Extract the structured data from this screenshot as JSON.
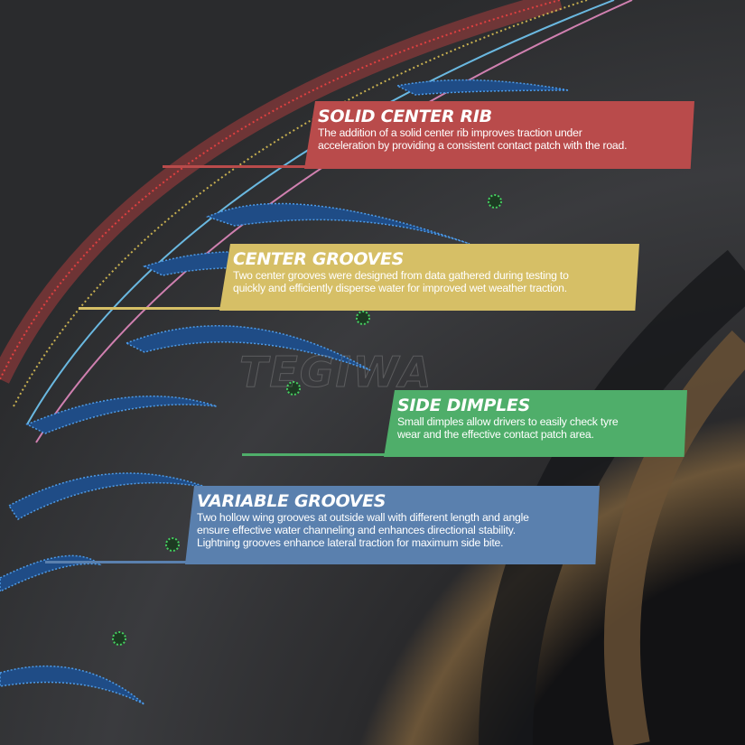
{
  "watermark": "TEGIWA",
  "colors": {
    "red": "#b94b4b",
    "yellow": "#d6bf66",
    "green": "#4fae6a",
    "blue": "#5a80ae",
    "groove": "#2e6db5"
  },
  "callouts": [
    {
      "title": "SOLID CENTER RIB",
      "lines": [
        "The addition of a solid center rib improves traction under",
        "acceleration by providing a consistent contact patch with the road."
      ]
    },
    {
      "title": "CENTER GROOVES",
      "lines": [
        "Two center grooves were designed from data gathered during testing to",
        "quickly and efficiently disperse water for improved wet weather traction."
      ]
    },
    {
      "title": "SIDE DIMPLES",
      "lines": [
        "Small dimples allow drivers to easily check tyre",
        "wear and the effective contact patch area."
      ]
    },
    {
      "title": "VARIABLE GROOVES",
      "lines": [
        "Two hollow wing grooves at outside wall with different length and angle",
        "ensure effective water channeling and enhances directional stability.",
        "Lightning grooves enhance lateral traction for maximum side bite."
      ]
    }
  ]
}
